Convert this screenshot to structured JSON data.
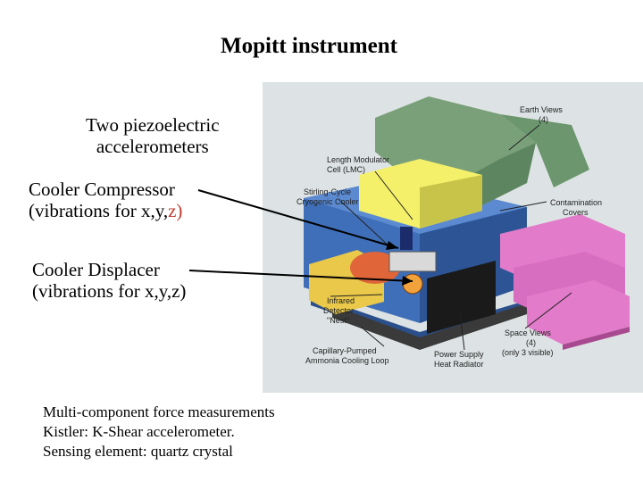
{
  "title": "Mopitt instrument",
  "labels": {
    "piezo_line1": "Two piezoelectric",
    "piezo_line2": "accelerometers",
    "compressor_line1": "Cooler Compressor",
    "compressor_line2_prefix": "(vibrations for x,y,",
    "compressor_line2_accent": "z)",
    "displacer_line1": "Cooler Displacer",
    "displacer_line2": "(vibrations for x,y,z)"
  },
  "notes": [
    "Multi-component force measurements",
    "Kistler: K-Shear accelerometer.",
    "Sensing element: quartz crystal"
  ],
  "diagram_labels": {
    "earth_views_1": "Earth Views",
    "earth_views_2": "(4)",
    "lmc_1": "Length Modulator",
    "lmc_2": "Cell (LMC)",
    "stirling_1": "Stirling-Cycle",
    "stirling_2": "Cryogenic Cooler",
    "contam_1": "Contamination",
    "contam_2": "Covers",
    "ir_1": "Infrared",
    "ir_2": "Detector",
    "ir_3": "\"Nest\"",
    "space_1": "Space Views",
    "space_2": "(4)",
    "space_3": "(only 3 visible)",
    "cap_1": "Capillary-Pumped",
    "cap_2": "Ammonia Cooling Loop",
    "ps_1": "Power Supply",
    "ps_2": "Heat Radiator"
  },
  "colors": {
    "diagram_bg": "#dde3e4",
    "green": "#7aa07a",
    "yellow": "#f4f06a",
    "blue": "#3f6fb8",
    "pink": "#e27bc9",
    "orange": "#e0663a",
    "black": "#1a1a1a"
  }
}
